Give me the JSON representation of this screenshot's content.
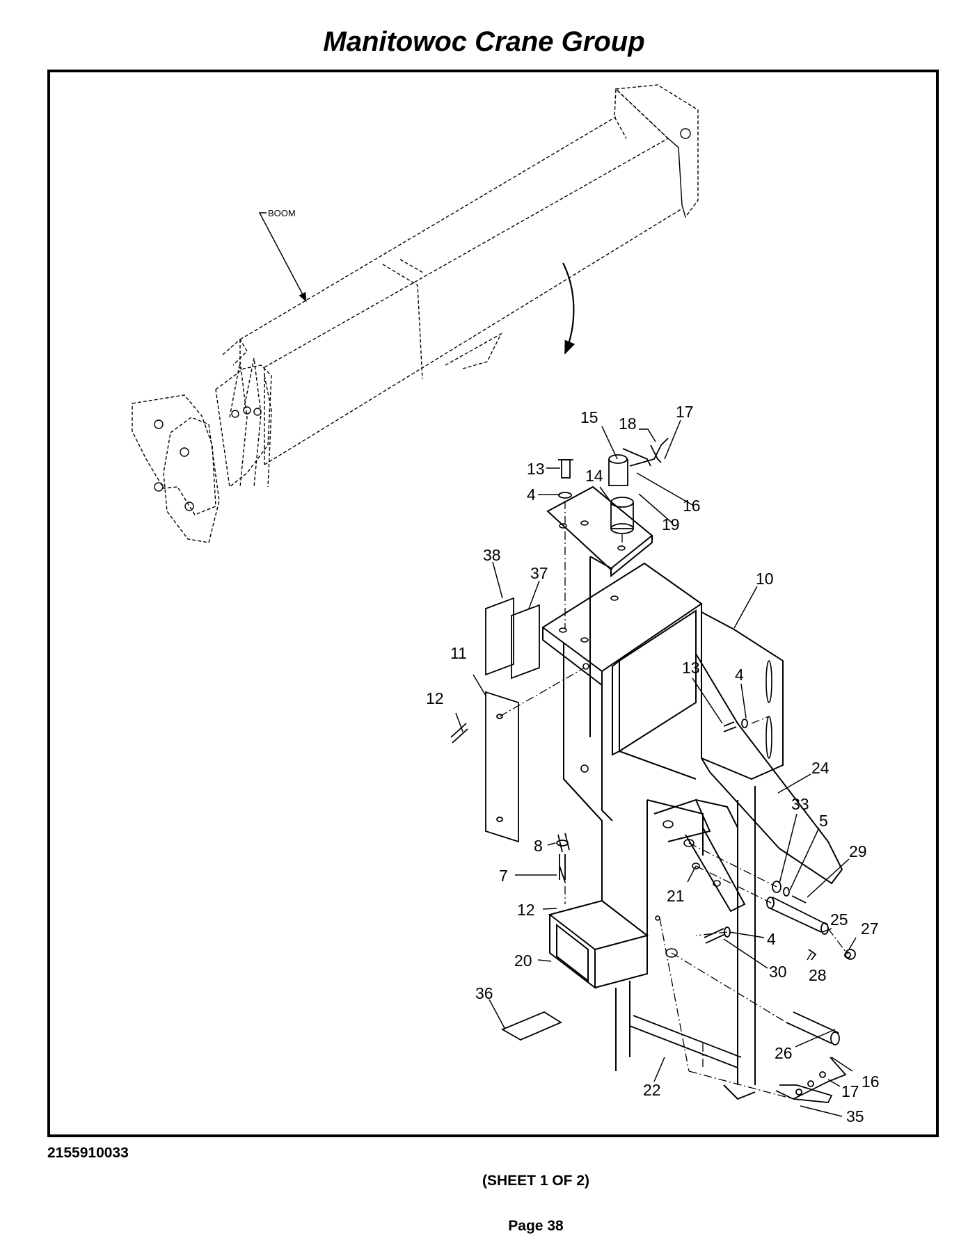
{
  "header": {
    "title": "Manitowoc Crane Group"
  },
  "diagram": {
    "boom_label": "BOOM",
    "callouts": [
      {
        "id": "c15",
        "text": "15"
      },
      {
        "id": "c18",
        "text": "18"
      },
      {
        "id": "c17a",
        "text": "17"
      },
      {
        "id": "c13a",
        "text": "13"
      },
      {
        "id": "c14",
        "text": "14"
      },
      {
        "id": "c4a",
        "text": "4"
      },
      {
        "id": "c16a",
        "text": "16"
      },
      {
        "id": "c19",
        "text": "19"
      },
      {
        "id": "c38",
        "text": "38"
      },
      {
        "id": "c37",
        "text": "37"
      },
      {
        "id": "c10",
        "text": "10"
      },
      {
        "id": "c11",
        "text": "11"
      },
      {
        "id": "c13b",
        "text": "13"
      },
      {
        "id": "c4b",
        "text": "4"
      },
      {
        "id": "c12a",
        "text": "12"
      },
      {
        "id": "c24",
        "text": "24"
      },
      {
        "id": "c33",
        "text": "33"
      },
      {
        "id": "c5",
        "text": "5"
      },
      {
        "id": "c29",
        "text": "29"
      },
      {
        "id": "c8",
        "text": "8"
      },
      {
        "id": "c7",
        "text": "7"
      },
      {
        "id": "c21",
        "text": "21"
      },
      {
        "id": "c12b",
        "text": "12"
      },
      {
        "id": "c25",
        "text": "25"
      },
      {
        "id": "c27",
        "text": "27"
      },
      {
        "id": "c4c",
        "text": "4"
      },
      {
        "id": "c20",
        "text": "20"
      },
      {
        "id": "c30",
        "text": "30"
      },
      {
        "id": "c28",
        "text": "28"
      },
      {
        "id": "c36",
        "text": "36"
      },
      {
        "id": "c26",
        "text": "26"
      },
      {
        "id": "c16b",
        "text": "16"
      },
      {
        "id": "c22",
        "text": "22"
      },
      {
        "id": "c17b",
        "text": "17"
      },
      {
        "id": "c35",
        "text": "35"
      }
    ]
  },
  "footer": {
    "drawing_number": "2155910033",
    "sheet": "(SHEET 1 OF 2)",
    "page": "Page 38"
  }
}
